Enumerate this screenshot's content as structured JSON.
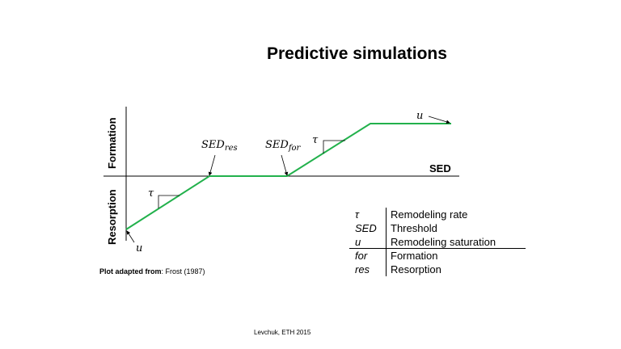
{
  "slide": {
    "title": "Predictive simulations",
    "footer": "Levchuk, ETH 2015"
  },
  "diagram": {
    "y_label_top": "Formation",
    "y_label_bottom": "Resorption",
    "x_label": "SED",
    "threshold_res": {
      "main": "SED",
      "sub": "res"
    },
    "threshold_for": {
      "main": "SED",
      "sub": "for"
    },
    "tau_left": "τ",
    "tau_right": "τ",
    "u_bottom": "u",
    "u_top": "u",
    "line_color": "#22b14c"
  },
  "legend": {
    "rows": [
      {
        "symbol": "τ",
        "description": "Remodeling rate"
      },
      {
        "symbol": "SED",
        "description": "Threshold"
      },
      {
        "symbol": "u",
        "description": "Remodeling saturation"
      },
      {
        "symbol": "for",
        "description": "Formation"
      },
      {
        "symbol": "res",
        "description": "Resorption"
      }
    ]
  },
  "credit": {
    "prefix": "Plot adapted from",
    "source": ": Frost (1987)"
  }
}
